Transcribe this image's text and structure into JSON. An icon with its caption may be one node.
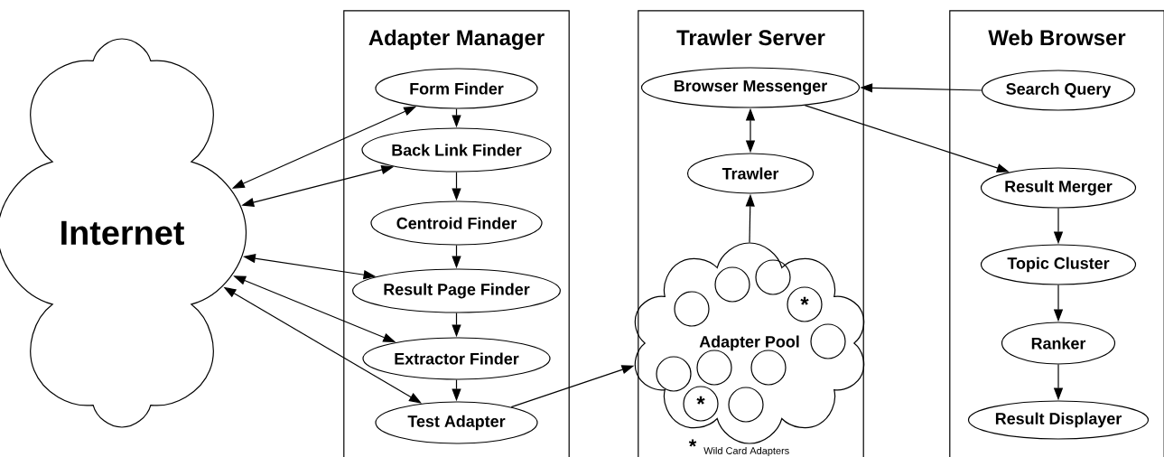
{
  "diagram": {
    "nodes": [
      {
        "text": [
          "Internet"
        ]
      },
      {
        "text": [
          "Adapter Manager"
        ]
      },
      {
        "text": [
          "Form Finder"
        ],
        "in": 1
      },
      {
        "text": [
          "Back Link Finder"
        ],
        "in": 1
      },
      {
        "text": [
          "Centroid Finder"
        ],
        "in": 1
      },
      {
        "text": [
          "Result Page Finder"
        ],
        "in": 1
      },
      {
        "text": [
          "Extractor Finder"
        ],
        "in": 1
      },
      {
        "text": [
          "Test Adapter"
        ],
        "in": 1
      },
      {
        "text": [
          "Trawler Server"
        ]
      },
      {
        "text": [
          "Browser Messenger"
        ],
        "in": 8
      },
      {
        "text": [
          "Trawler"
        ],
        "in": 8
      },
      {
        "text": [
          "Adapter Pool"
        ],
        "in": 8
      },
      {
        "text": [],
        "shape": "circle",
        "in": 11
      },
      {
        "text": [],
        "shape": "circle",
        "in": 11
      },
      {
        "text": [],
        "shape": "circle",
        "in": 11
      },
      {
        "text": [
          "*"
        ],
        "in": 11
      },
      {
        "text": [],
        "shape": "circle",
        "in": 11
      },
      {
        "text": [],
        "shape": "circle",
        "in": 11
      },
      {
        "text": [],
        "shape": "circle",
        "in": 11
      },
      {
        "text": [],
        "shape": "circle",
        "in": 11
      },
      {
        "text": [
          "*"
        ],
        "in": 11
      },
      {
        "text": [],
        "shape": "circle",
        "in": 11
      },
      {
        "text": [
          "Web Browser"
        ]
      },
      {
        "text": [
          "Search Query"
        ],
        "in": 22
      },
      {
        "text": [
          "Result Merger"
        ],
        "in": 22
      },
      {
        "text": [
          "Topic Cluster"
        ],
        "in": 22
      },
      {
        "text": [
          "Ranker"
        ],
        "in": 22
      },
      {
        "text": [
          "Result Displayer"
        ],
        "in": 22
      }
    ],
    "edges": [
      {
        "from": 0,
        "to": 2,
        "arrow": "both"
      },
      {
        "from": 0,
        "to": 3,
        "arrow": "both"
      },
      {
        "from": 0,
        "to": 5,
        "arrow": "both"
      },
      {
        "from": 0,
        "to": 6,
        "arrow": "both"
      },
      {
        "from": 0,
        "to": 7,
        "arrow": "both"
      },
      {
        "from": 2,
        "to": 3,
        "arrow": "to"
      },
      {
        "from": 3,
        "to": 4,
        "arrow": "to"
      },
      {
        "from": 4,
        "to": 5,
        "arrow": "to"
      },
      {
        "from": 5,
        "to": 6,
        "arrow": "to"
      },
      {
        "from": 6,
        "to": 7,
        "arrow": "to"
      },
      {
        "from": 7,
        "to": 11,
        "arrow": "to"
      },
      {
        "from": 11,
        "to": 10,
        "arrow": "to"
      },
      {
        "from": 9,
        "to": 10,
        "arrow": "both"
      },
      {
        "from": 23,
        "to": 9,
        "arrow": "to"
      },
      {
        "from": 9,
        "to": 24,
        "arrow": "to"
      },
      {
        "from": 24,
        "to": 25,
        "arrow": "to"
      },
      {
        "from": 25,
        "to": 26,
        "arrow": "to"
      },
      {
        "from": 26,
        "to": 27,
        "arrow": "to"
      }
    ],
    "labels": [
      "*",
      "Wild Card Adapters"
    ]
  }
}
